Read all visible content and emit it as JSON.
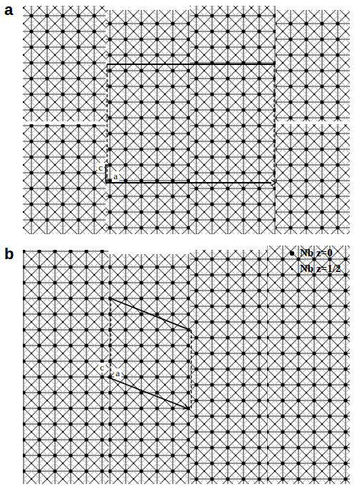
{
  "diagram": {
    "labels": [
      "a",
      "c",
      "a",
      "b",
      "c",
      "a"
    ],
    "legend": [
      {
        "text": "Nb z=0"
      },
      {
        "text": "Nb z=1/2"
      }
    ]
  }
}
